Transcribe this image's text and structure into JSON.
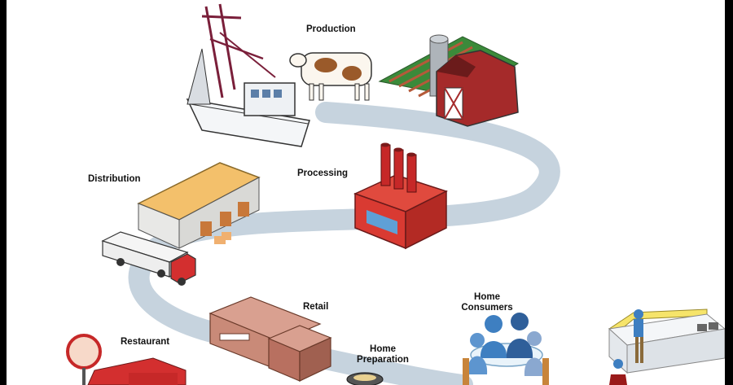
{
  "stages": {
    "production": "Production",
    "processing": "Processing",
    "distribution": "Distribution",
    "retail": "Retail",
    "restaurant": "Restaurant",
    "home_preparation_line1": "Home",
    "home_preparation_line2": "Preparation",
    "home_consumers_line1": "Home",
    "home_consumers_line2": "Consumers"
  },
  "colors": {
    "path": "#c6d3de",
    "barn": "#a52a2a",
    "factory": "#d93a32",
    "warehouse_roof": "#f3c06b",
    "retail": "#c98a78",
    "people": "#3e7fc1"
  }
}
